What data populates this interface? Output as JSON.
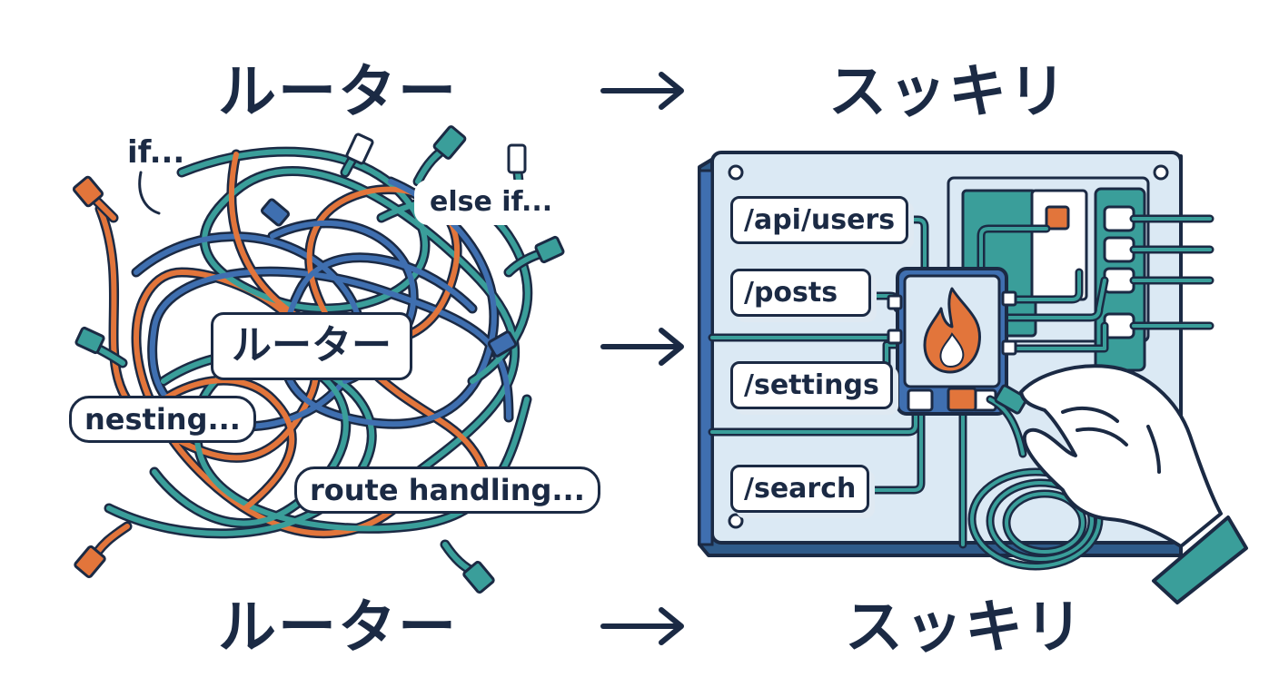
{
  "headings": {
    "top_left": "ルーター",
    "top_right": "スッキリ",
    "bottom_left": "ルーター",
    "bottom_right": "スッキリ"
  },
  "tangle": {
    "center_label": "ルーター",
    "if_label": "if...",
    "else_if_label": "else if...",
    "nesting_label": "nesting...",
    "route_handling_label": "route handling..."
  },
  "panel": {
    "routes": [
      "/api/users",
      "/posts",
      "/settings",
      "/search"
    ]
  },
  "colors": {
    "ink": "#1b2a44",
    "teal": "#3a9e9a",
    "blue": "#3f6fb0",
    "orange": "#e2753b",
    "panel_bg": "#dbe9f4"
  }
}
